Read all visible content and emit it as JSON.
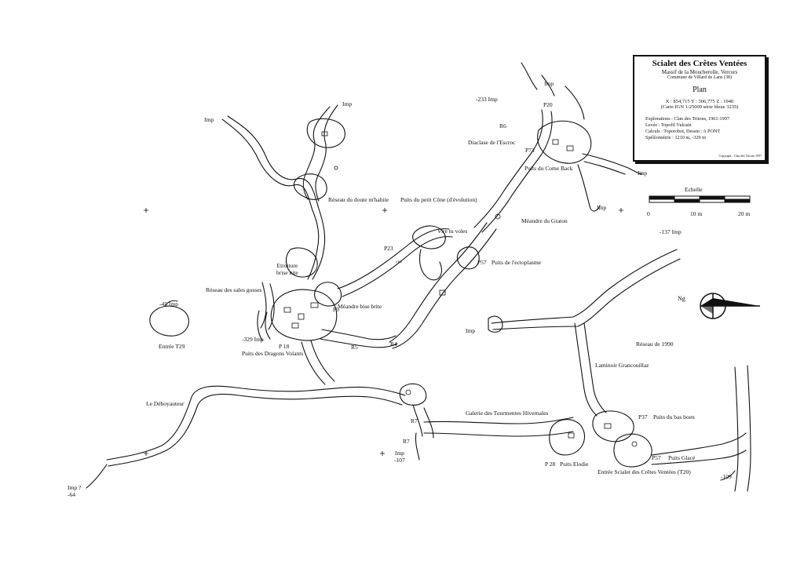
{
  "cartouche": {
    "title": "Scialet des Crêtes Ventées",
    "subtitle": "Massif de la Moucherolle, Vercors",
    "commune": "Commune de Villard de Lans (38)",
    "plan": "Plan",
    "coords": "X : 854,715  Y : 306,775  Z : 1940",
    "carte": "(Carte IGN 1/25000 série bleue 3235)",
    "explorations": "Explorations : Clan des Tritons, 1961-1997",
    "levee": "Levée : Topofil Vulcain",
    "calculs": "Calculs : Toporobot, Dessin : A PONT",
    "speleometrie": "Spéléométrie : 1210 m, -329 m",
    "copyright": "Copyright : Clan des Tritons 1997"
  },
  "scale": {
    "title": "Echelle",
    "ticks": [
      "0",
      "10 m",
      "20 m"
    ]
  },
  "north": {
    "label": "Ng"
  },
  "labels": {
    "imp_tl_top": "Imp",
    "imp_tl_left": "Imp",
    "reseau_doute": "Réseau du doute m'habite",
    "puits_petit_cone": "Puits du petit Cône (d'évolution)",
    "vire_tu_voles": "Vire tu voles",
    "p23": "P23",
    "etroiture": "Etroiture\nbrise bite",
    "reseau_sales_gosses": "Réseau des sales gosses",
    "meandre_bise_brite": "Méandre bise brite",
    "p9": "P9",
    "minus45_imp": "-45  Imp",
    "entree_t29": "Entrée T29",
    "minus329_imp": "-329  Imp",
    "p18": "P 18",
    "puits_dragons": "Puits des Dragons Volants",
    "r5": "R5",
    "r4": "R4",
    "p57_ecto": "P57",
    "puits_ectoplasme": "Puits de l'ectoplasme",
    "meandre_graton": "Méandre du Graton",
    "puits_come_back": "Puits du Come Back",
    "diaclase": "Diaclase de l'Escroc",
    "p73": "P73",
    "r6": "R6",
    "minus233_imp": "-233  Imp",
    "p20": "P20",
    "imp_top": "Imp",
    "imp_right_upper": "Imp",
    "imp_right_mid": "Imp",
    "minus137_imp": "-137  Imp",
    "imp_mid": "Imp",
    "reseau_1990": "Réseau de 1990",
    "laminoir": "Laminoir Grancouillaz",
    "p37": "P37",
    "puits_bas_boen": "Puits du bas boen",
    "le_deboyauteur": "Le Déboyauteur",
    "galerie_tourmentes": "Galerie des Tourmentes Hivernales",
    "r7_a": "R7",
    "r7_b": "R7",
    "imp_107": "Imp\n-107",
    "p28": "P 28",
    "puits_elodie": "Puits Elodie",
    "p57_glace": "P57",
    "puits_glace": "Puits Glacé",
    "entree_t20": "Entrée Scialet des Crêtes Ventées (T20)",
    "minus109": "-109",
    "imp_64": "Imp  ?\n-64",
    "vire": "vire"
  },
  "colors": {
    "ink": "#111111",
    "paper": "#ffffff"
  }
}
